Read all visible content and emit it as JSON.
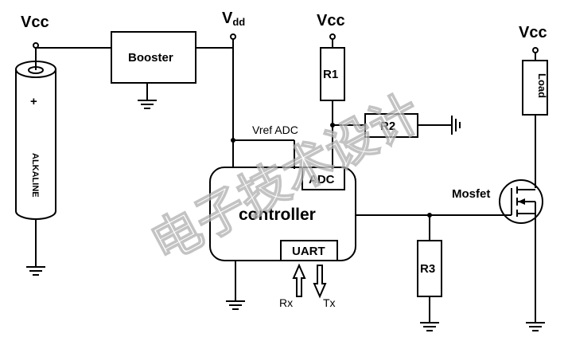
{
  "labels": {
    "vcc_left": "Vcc",
    "vcc_r1": "Vcc",
    "vcc_load": "Vcc",
    "vdd_main": "V",
    "vdd_sub": "dd",
    "booster": "Booster",
    "plus": "+",
    "alkaline": "ALKALINE",
    "r1": "R1",
    "r2": "R2",
    "r3": "R3",
    "vref_adc": "Vref ADC",
    "adc": "ADC",
    "controller": "controller",
    "uart": "UART",
    "rx": "Rx",
    "tx": "Tx",
    "mosfet": "Mosfet",
    "load": "Load"
  },
  "watermark": "电子技术设计",
  "colors": {
    "line": "#000000",
    "background": "#ffffff",
    "watermark": "#b0b0b0"
  }
}
